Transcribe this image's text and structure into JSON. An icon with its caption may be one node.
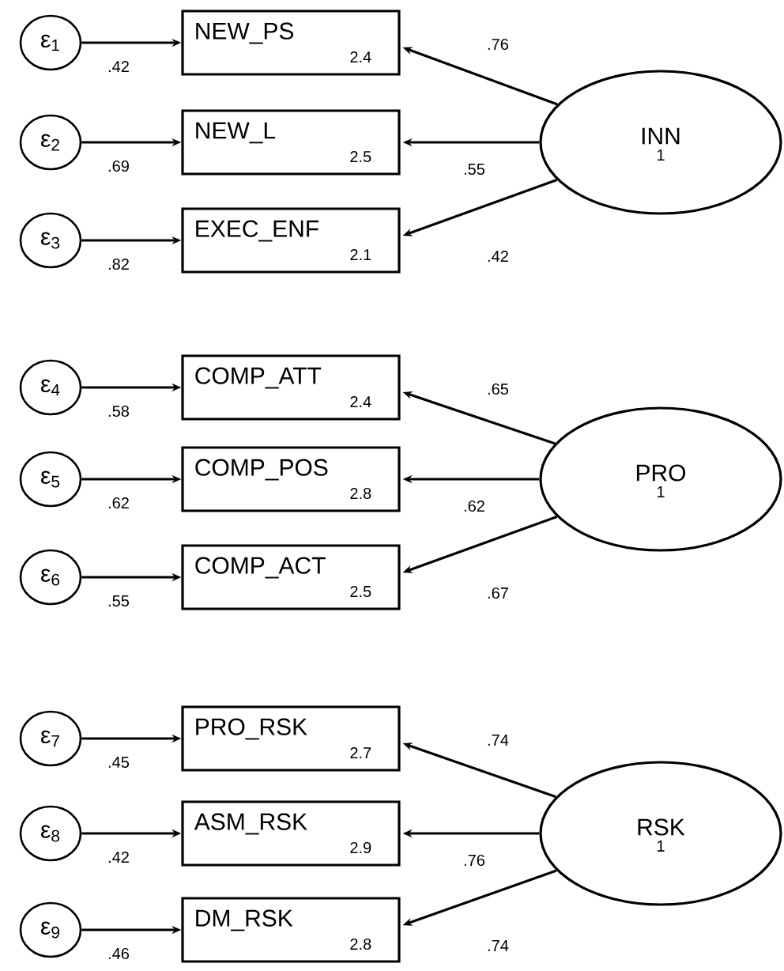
{
  "diagram": {
    "nodes": [
      {
        "text": [
          "ε$_{1}$"
        ]
      },
      {
        "text": [
          "ε$_{2}$"
        ]
      },
      {
        "text": [
          "ε$_{3}$"
        ]
      },
      {
        "text": [
          "NEW_PS",
          "2.4"
        ]
      },
      {
        "text": [
          "NEW_L",
          "2.5"
        ]
      },
      {
        "text": [
          "EXEC_ENF",
          "2.1"
        ]
      },
      {
        "text": [
          "INN",
          "1"
        ]
      },
      {
        "text": [
          "ε$_{4}$"
        ]
      },
      {
        "text": [
          "ε$_{5}$"
        ]
      },
      {
        "text": [
          "ε$_{6}$"
        ]
      },
      {
        "text": [
          "COMP_ATT",
          "2.4"
        ]
      },
      {
        "text": [
          "COMP_POS",
          "2.8"
        ]
      },
      {
        "text": [
          "COMP_ACT",
          "2.5"
        ]
      },
      {
        "text": [
          "PRO",
          "1"
        ]
      },
      {
        "text": [
          "ε$_{7}$"
        ]
      },
      {
        "text": [
          "ε$_{8}$"
        ]
      },
      {
        "text": [
          "ε$_{9}$"
        ]
      },
      {
        "text": [
          "PRO_RSK",
          "2.7"
        ]
      },
      {
        "text": [
          "ASM_RSK",
          "2.9"
        ]
      },
      {
        "text": [
          "DM_RSK",
          "2.8"
        ]
      },
      {
        "text": [
          "RSK",
          "1"
        ]
      }
    ],
    "edges": [
      {
        "from": 0,
        "to": 3,
        "arrow": "to",
        "label": ".42"
      },
      {
        "from": 1,
        "to": 4,
        "arrow": "to",
        "label": ".69"
      },
      {
        "from": 2,
        "to": 5,
        "arrow": "to",
        "label": ".82"
      },
      {
        "from": 6,
        "to": 3,
        "arrow": "to",
        "label": ".76"
      },
      {
        "from": 6,
        "to": 4,
        "arrow": "to",
        "label": ".55"
      },
      {
        "from": 6,
        "to": 5,
        "arrow": "to",
        "label": ".42"
      },
      {
        "from": 7,
        "to": 10,
        "arrow": "to",
        "label": ".58"
      },
      {
        "from": 8,
        "to": 11,
        "arrow": "to",
        "label": ".62"
      },
      {
        "from": 9,
        "to": 12,
        "arrow": "to",
        "label": ".55"
      },
      {
        "from": 13,
        "to": 10,
        "arrow": "to",
        "label": ".65"
      },
      {
        "from": 13,
        "to": 11,
        "arrow": "to",
        "label": ".62"
      },
      {
        "from": 13,
        "to": 12,
        "arrow": "to",
        "label": ".67"
      },
      {
        "from": 14,
        "to": 17,
        "arrow": "to",
        "label": ".45"
      },
      {
        "from": 15,
        "to": 18,
        "arrow": "to",
        "label": ".42"
      },
      {
        "from": 16,
        "to": 19,
        "arrow": "to",
        "label": ".46"
      },
      {
        "from": 20,
        "to": 17,
        "arrow": "to",
        "label": ".74"
      },
      {
        "from": 20,
        "to": 18,
        "arrow": "to",
        "label": ".76"
      },
      {
        "from": 20,
        "to": 19,
        "arrow": "to",
        "label": ".74"
      }
    ]
  }
}
